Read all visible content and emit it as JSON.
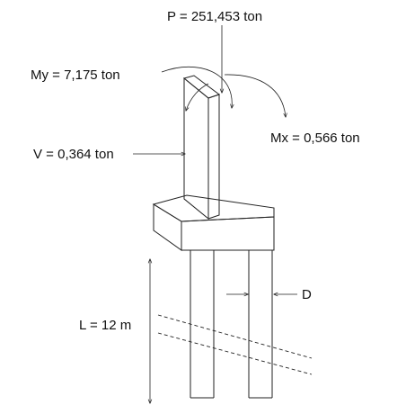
{
  "labels": {
    "axial_load": "P = 251,453 ton",
    "moment_y": "My = 7,175 ton",
    "moment_x": "Mx = 0,566 ton",
    "shear": "V = 0,364 ton",
    "pile_length": "L = 12 m",
    "pile_diameter": "D"
  },
  "colors": {
    "line": "#222222",
    "text": "#111111",
    "background": "#ffffff"
  }
}
